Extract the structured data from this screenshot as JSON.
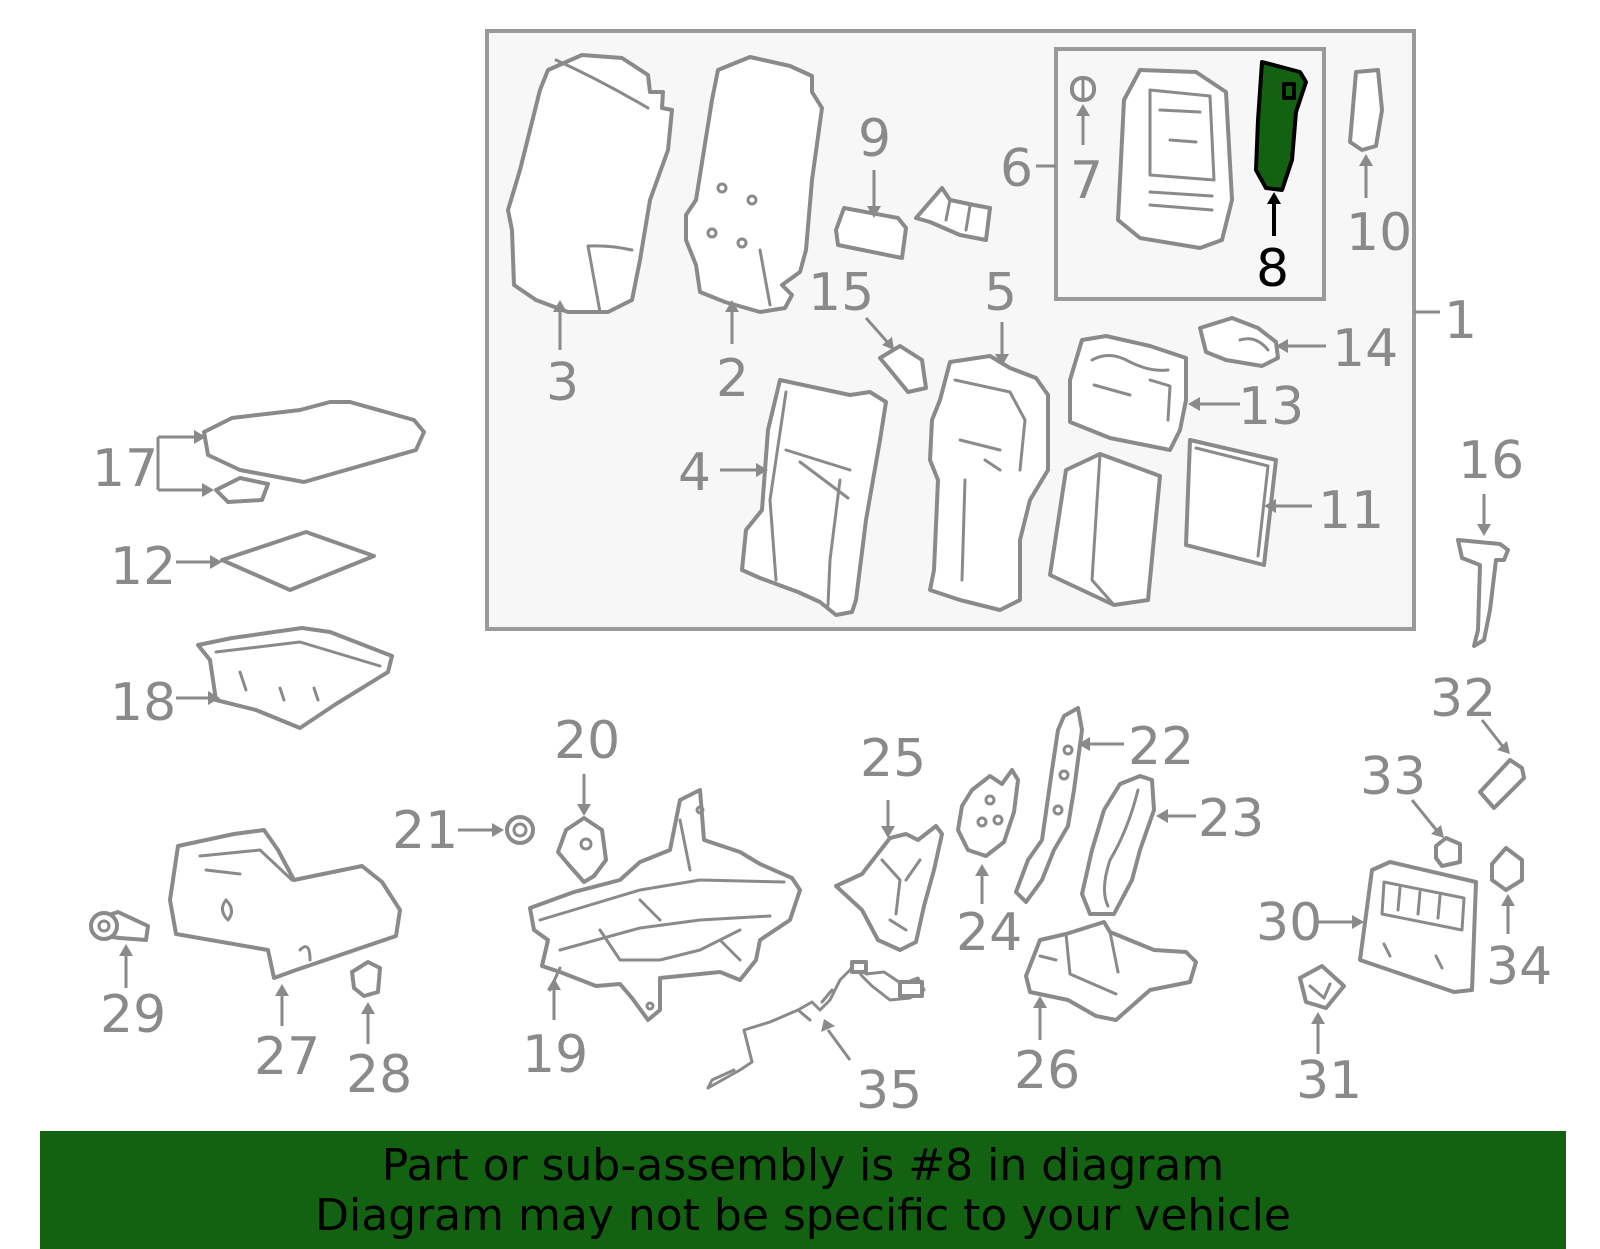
{
  "colors": {
    "highlight": "#126212",
    "line": "#8a8a8a",
    "banner": "#126212"
  },
  "highlighted_part": "8",
  "labels": {
    "l1": "1",
    "l2": "2",
    "l3": "3",
    "l4": "4",
    "l5": "5",
    "l6": "6",
    "l7": "7",
    "l8": "8",
    "l9": "9",
    "l10": "10",
    "l11": "11",
    "l12": "12",
    "l13": "13",
    "l14": "14",
    "l15": "15",
    "l16": "16",
    "l17": "17",
    "l18": "18",
    "l19": "19",
    "l20": "20",
    "l21": "21",
    "l22": "22",
    "l23": "23",
    "l24": "24",
    "l25": "25",
    "l26": "26",
    "l27": "27",
    "l28": "28",
    "l29": "29",
    "l30": "30",
    "l31": "31",
    "l32": "32",
    "l33": "33",
    "l34": "34",
    "l35": "35"
  },
  "banner": {
    "line1": "Part or sub-assembly is #8 in diagram",
    "line2": "Diagram may not be specific to your vehicle"
  }
}
